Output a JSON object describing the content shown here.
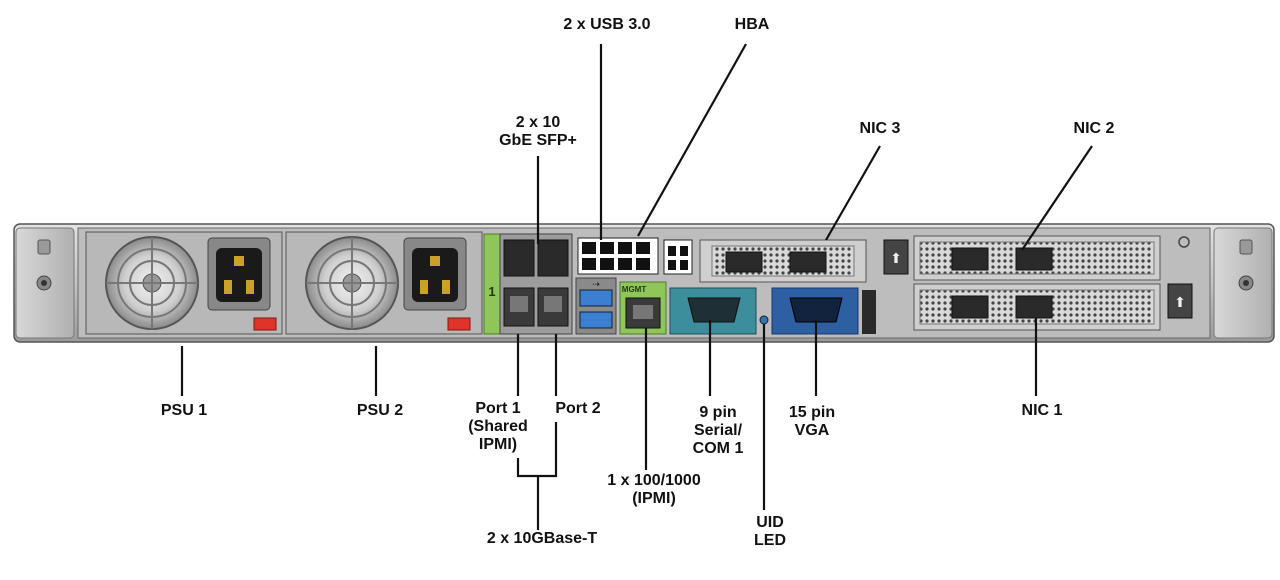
{
  "labels": {
    "usb": "2 x USB 3.0",
    "hba": "HBA",
    "sfp_line1": "2 x 10",
    "sfp_line2": "GbE SFP+",
    "nic3": "NIC 3",
    "nic2": "NIC 2",
    "psu1": "PSU 1",
    "psu2": "PSU 2",
    "port1_line1": "Port 1",
    "port1_line2": "(Shared",
    "port1_line3": "IPMI)",
    "port2": "Port 2",
    "serial_line1": "9 pin",
    "serial_line2": "Serial/",
    "serial_line3": "COM 1",
    "vga_line1": "15 pin",
    "vga_line2": "VGA",
    "nic1": "NIC 1",
    "ipmi_line1": "1 x 100/1000",
    "ipmi_line2": "(IPMI)",
    "tengbase": "2 x 10GBase-T",
    "uid_line1": "UID",
    "uid_line2": "LED"
  },
  "chassis_markings": {
    "port_group_number": "1",
    "mgmt": "MGMT"
  },
  "colors": {
    "chassis": "#c9c9c9",
    "chassis_dark": "#4a4a4a",
    "accent_green": "#8fc65a",
    "serial_teal": "#3d8e9c",
    "vga_blue": "#2e5fa3",
    "psu_latch_red": "#e0342a",
    "usb_blue": "#3a7fd0",
    "line": "#111111"
  }
}
